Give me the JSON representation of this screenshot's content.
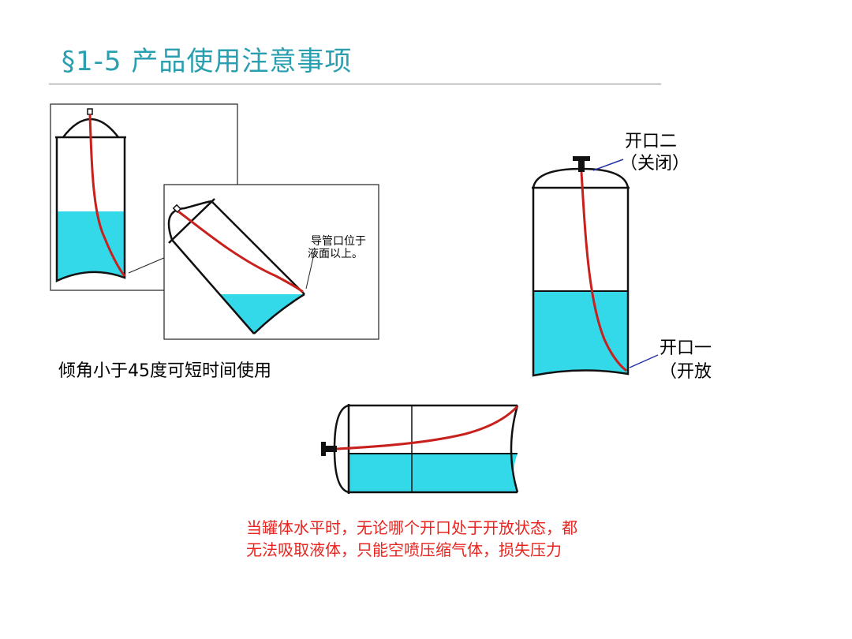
{
  "title": "§1-5  产品使用注意事项",
  "diagram_tilt": {
    "note_line1": "导管口位于",
    "note_line2": "液面以上。",
    "caption": "倾角小于45度可短时间使用"
  },
  "diagram_upright": {
    "port2_line1": "开口二",
    "port2_line2": "（关闭）",
    "port1_line1": "开口一",
    "port1_line2": "（开放"
  },
  "diagram_horizontal": {
    "warning_line1": "当罐体水平时，无论哪个开口处于开放状态，都",
    "warning_line2": "无法吸取液体，只能空喷压缩气体，损失压力"
  },
  "colors": {
    "title": "#2a9fb0",
    "liquid": "#33d9e8",
    "tube": "#c8201c",
    "warning": "#e8241f",
    "pointer": "#2233aa"
  }
}
